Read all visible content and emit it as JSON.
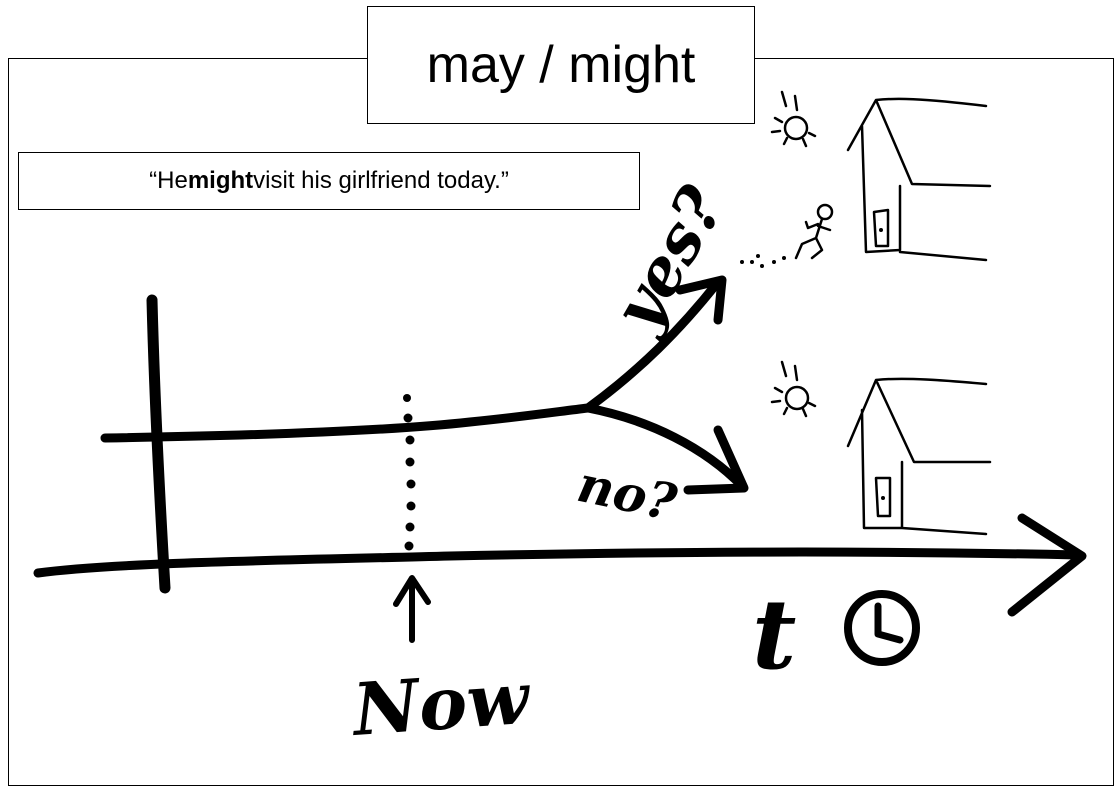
{
  "title": "may / might",
  "example": {
    "open_quote": "“",
    "before": "He ",
    "modal": "might",
    "after": " visit his girlfriend today.",
    "close_quote": "”"
  },
  "annotations": {
    "yes": "yes?",
    "no": "no?",
    "now": "Now",
    "time": "t"
  },
  "icons": [
    "sun-icon",
    "house-icon",
    "person-icon",
    "clock-icon"
  ]
}
